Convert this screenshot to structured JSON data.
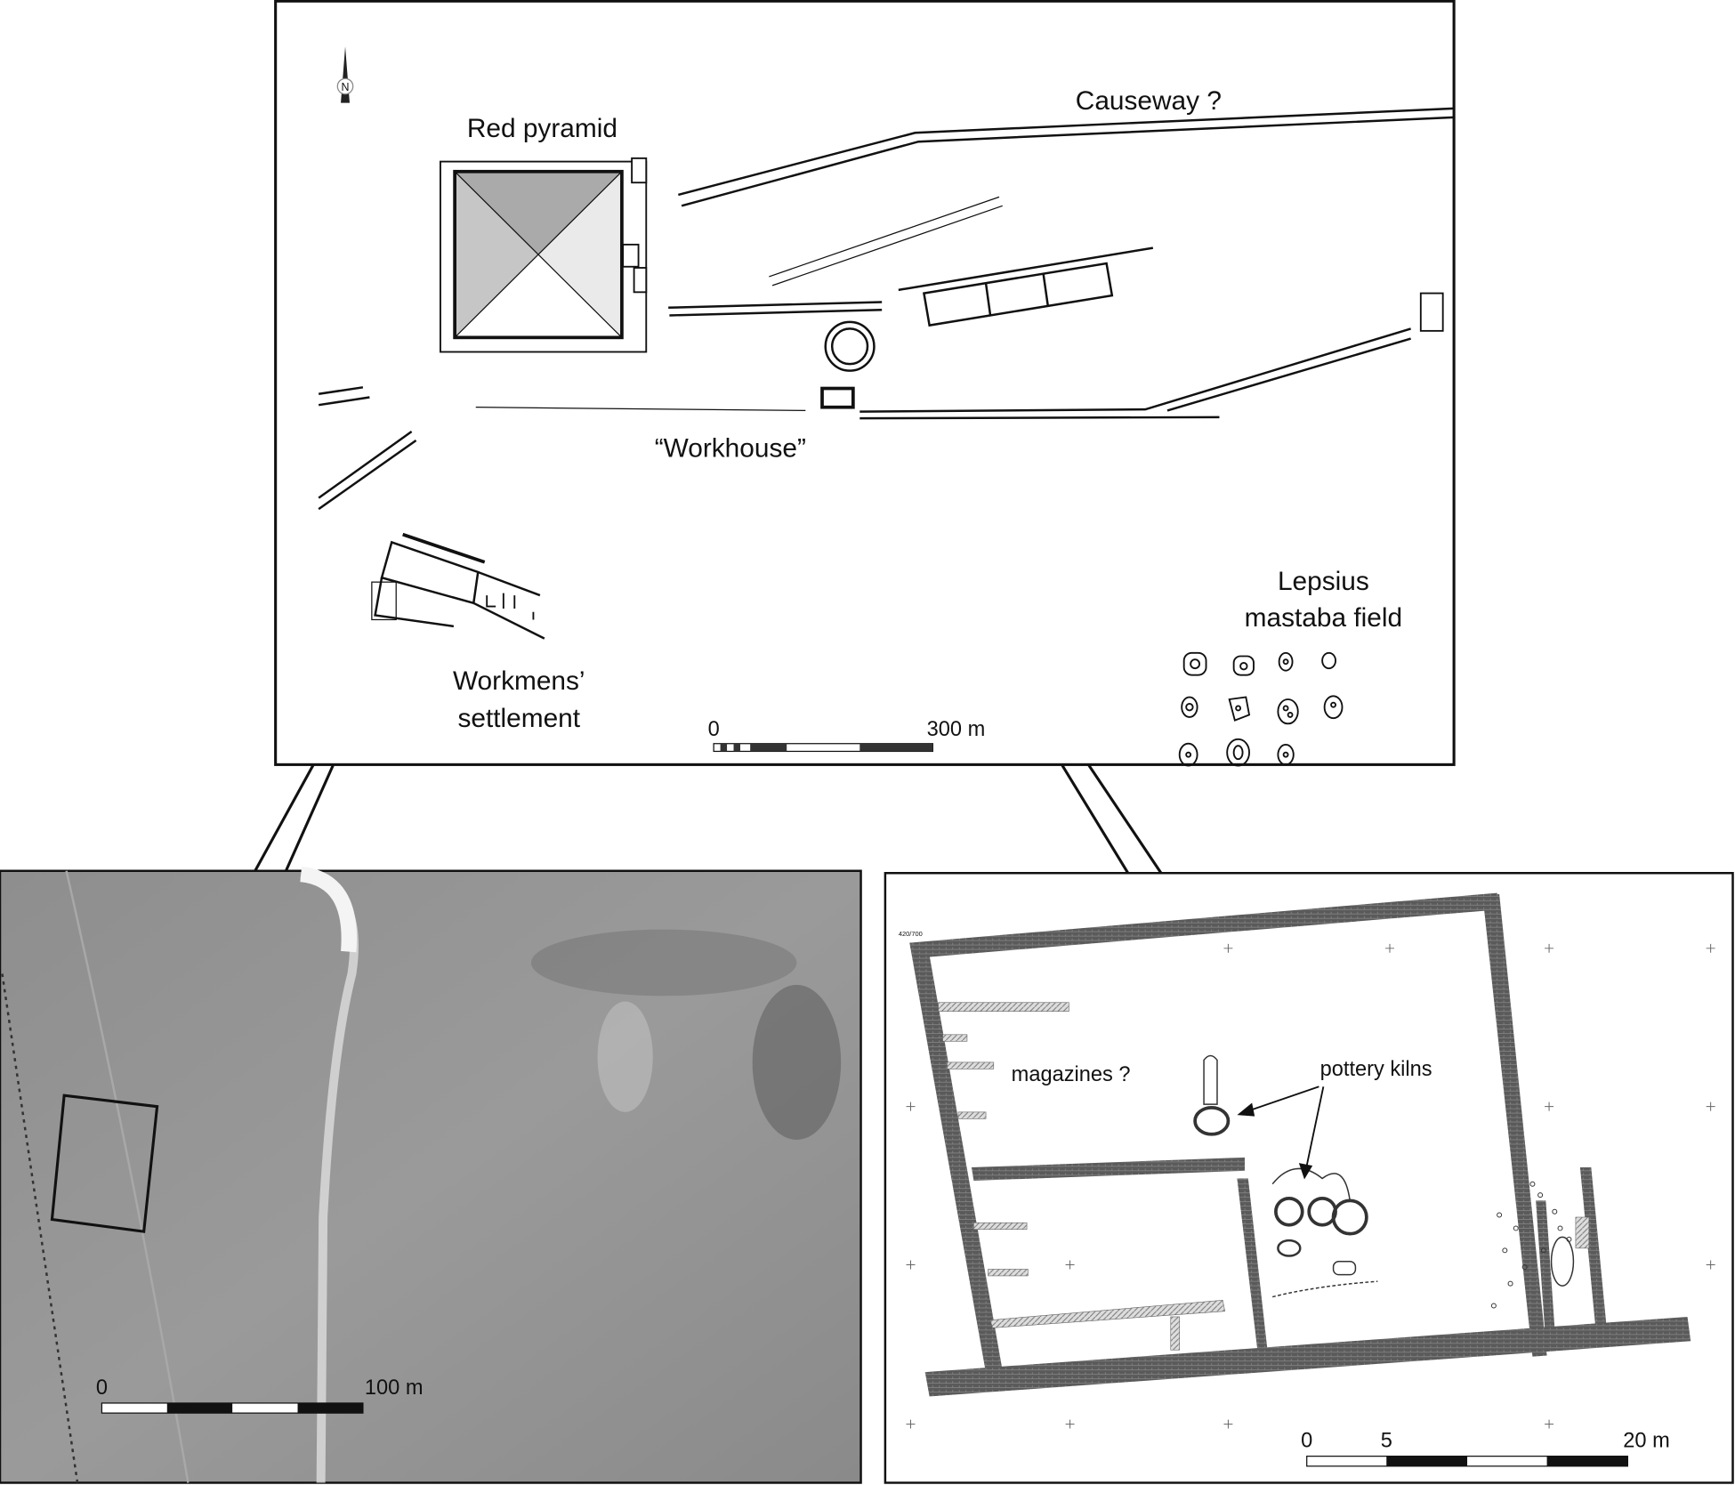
{
  "overview_map": {
    "north_label": "N",
    "labels": {
      "red_pyramid": "Red pyramid",
      "causeway": "Causeway ?",
      "workhouse": "“Workhouse”",
      "workmens_line1": "Workmens’",
      "workmens_line2": "settlement",
      "lepsius_line1": "Lepsius",
      "mastaba_line2": "mastaba field"
    },
    "scale": {
      "start": "0",
      "end": "300 m"
    }
  },
  "aerial_photo": {
    "scale": {
      "start": "0",
      "end": "100 m"
    }
  },
  "site_plan": {
    "grid_ref": "420/700",
    "labels": {
      "magazines": "magazines ?",
      "kilns": "pottery kilns"
    },
    "scale": {
      "start": "0",
      "mid": "5",
      "end": "20 m"
    }
  }
}
